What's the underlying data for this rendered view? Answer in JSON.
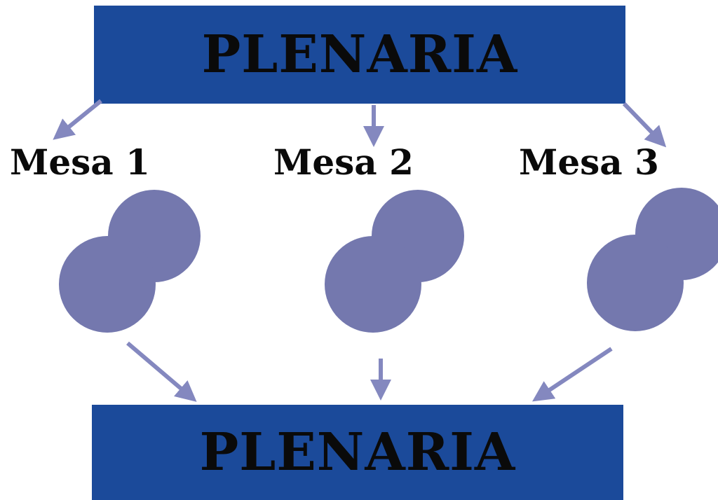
{
  "plenaria_top": {
    "label": "PLENARIA"
  },
  "plenaria_bottom": {
    "label": "PLENARIA"
  },
  "mesas": [
    {
      "label": "Mesa 1"
    },
    {
      "label": "Mesa 2"
    },
    {
      "label": "Mesa 3"
    }
  ],
  "colors": {
    "box_fill": "#1b4a9a",
    "circle_fill": "#7478ae",
    "arrow": "#8488bf",
    "text": "#0a0a0a"
  },
  "icons": [
    "group-circles-icon",
    "arrow-icon"
  ]
}
